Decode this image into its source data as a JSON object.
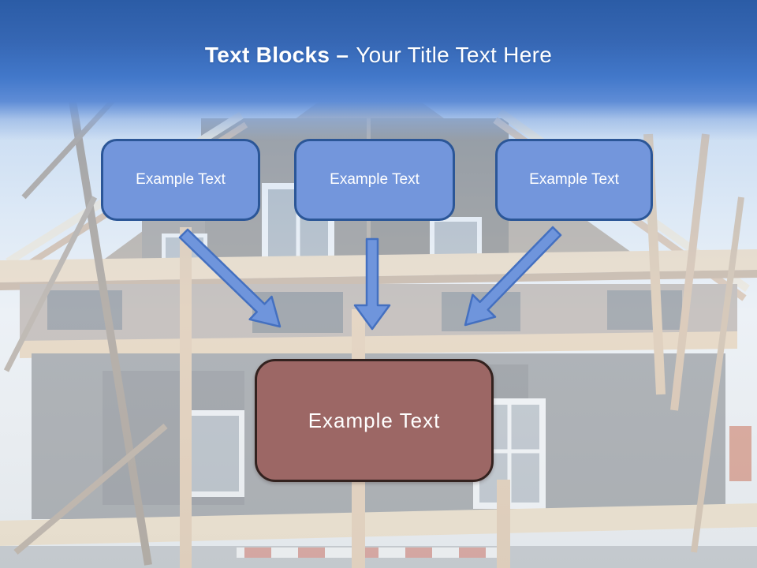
{
  "slide_title": {
    "emphasis": "Text Blocks –",
    "rest": "Your Title Text Here"
  },
  "text_blocks": [
    {
      "label": "Example Text"
    },
    {
      "label": "Example Text"
    },
    {
      "label": "Example Text"
    }
  ],
  "result_block": {
    "label": "Example Text"
  },
  "icons": [
    "down-right-arrow-icon",
    "down-arrow-icon",
    "down-left-arrow-icon"
  ],
  "colors": {
    "header-top": "#2b5ca6",
    "header-mid": "#4278ca",
    "title-text": "#ffffff",
    "block-fill": "#7396dc",
    "block-border": "#2b5697",
    "block-text": "#ffffff",
    "arrow-fill": "#6f95dc",
    "arrow-border": "#4470c0",
    "result-fill": "#9c6765",
    "result-border": "#33221f"
  }
}
